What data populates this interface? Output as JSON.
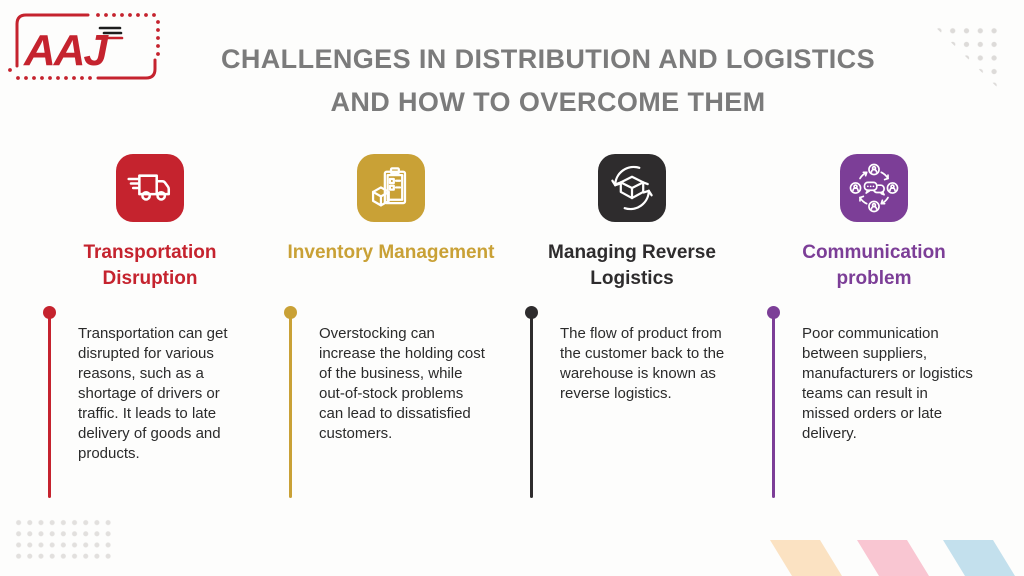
{
  "logo": {
    "text": "AAJ",
    "color": "#c5232e"
  },
  "title": {
    "line1": "CHALLENGES IN DISTRIBUTION AND LOGISTICS",
    "line2": "AND HOW TO OVERCOME THEM",
    "color": "#7b7b7b"
  },
  "columns": [
    {
      "icon": "truck-icon",
      "color": "#c5232e",
      "title": "Transportation Disruption",
      "description": "Transportation can get disrupted for various reasons, such as a shortage of drivers or traffic. It leads to late delivery of goods and products."
    },
    {
      "icon": "inventory-clipboard-icon",
      "color": "#c9a136",
      "title": "Inventory Management",
      "description": "Overstocking can increase the holding cost of the business, while out-of-stock problems can lead to dissatisfied customers."
    },
    {
      "icon": "reverse-logistics-icon",
      "color": "#2e2c2d",
      "title": "Managing Reverse Logistics",
      "description": "The flow of product from the customer back to the warehouse is known as reverse logistics."
    },
    {
      "icon": "communication-icon",
      "color": "#7c3e97",
      "title": "Communication problem",
      "description": "Poor communication between suppliers, manufacturers or logistics teams can result in missed orders or late delivery."
    }
  ],
  "decorations": {
    "dot_gray": "#dfddDB",
    "stripe_peach": "#fbe2c2",
    "stripe_pink": "#f9c6d2",
    "stripe_blue": "#c3e0ed"
  }
}
